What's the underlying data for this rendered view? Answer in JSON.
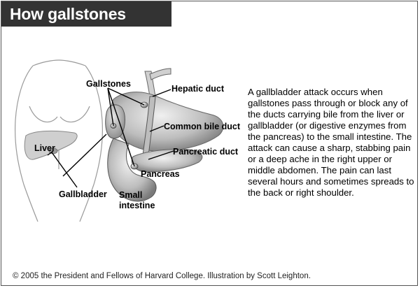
{
  "title": "How gallstones attack",
  "labels": {
    "gallstones": "Gallstones",
    "hepatic_duct": "Hepatic duct",
    "common_bile_duct": "Common bile duct",
    "liver": "Liver",
    "pancreatic_duct": "Pancreatic duct",
    "pancreas": "Pancreas",
    "gallbladder": "Gallbladder",
    "small_intestine_1": "Small",
    "small_intestine_2": "intestine"
  },
  "description": "A gallbladder attack occurs when gallstones pass through or block any of the ducts carrying bile from the liver or gallbladder (or digestive enzymes from the pancreas) to the small intestine. The attack can cause a sharp, stabbing pain or a deep ache in the right upper or middle abdomen. The pain can last several hours and sometimes spreads to the back or right shoulder.",
  "credit": "© 2005 the President and Fellows of Harvard College. Illustration by Scott Leighton.",
  "colors": {
    "title_bg": "#333333",
    "title_text": "#ffffff"
  }
}
